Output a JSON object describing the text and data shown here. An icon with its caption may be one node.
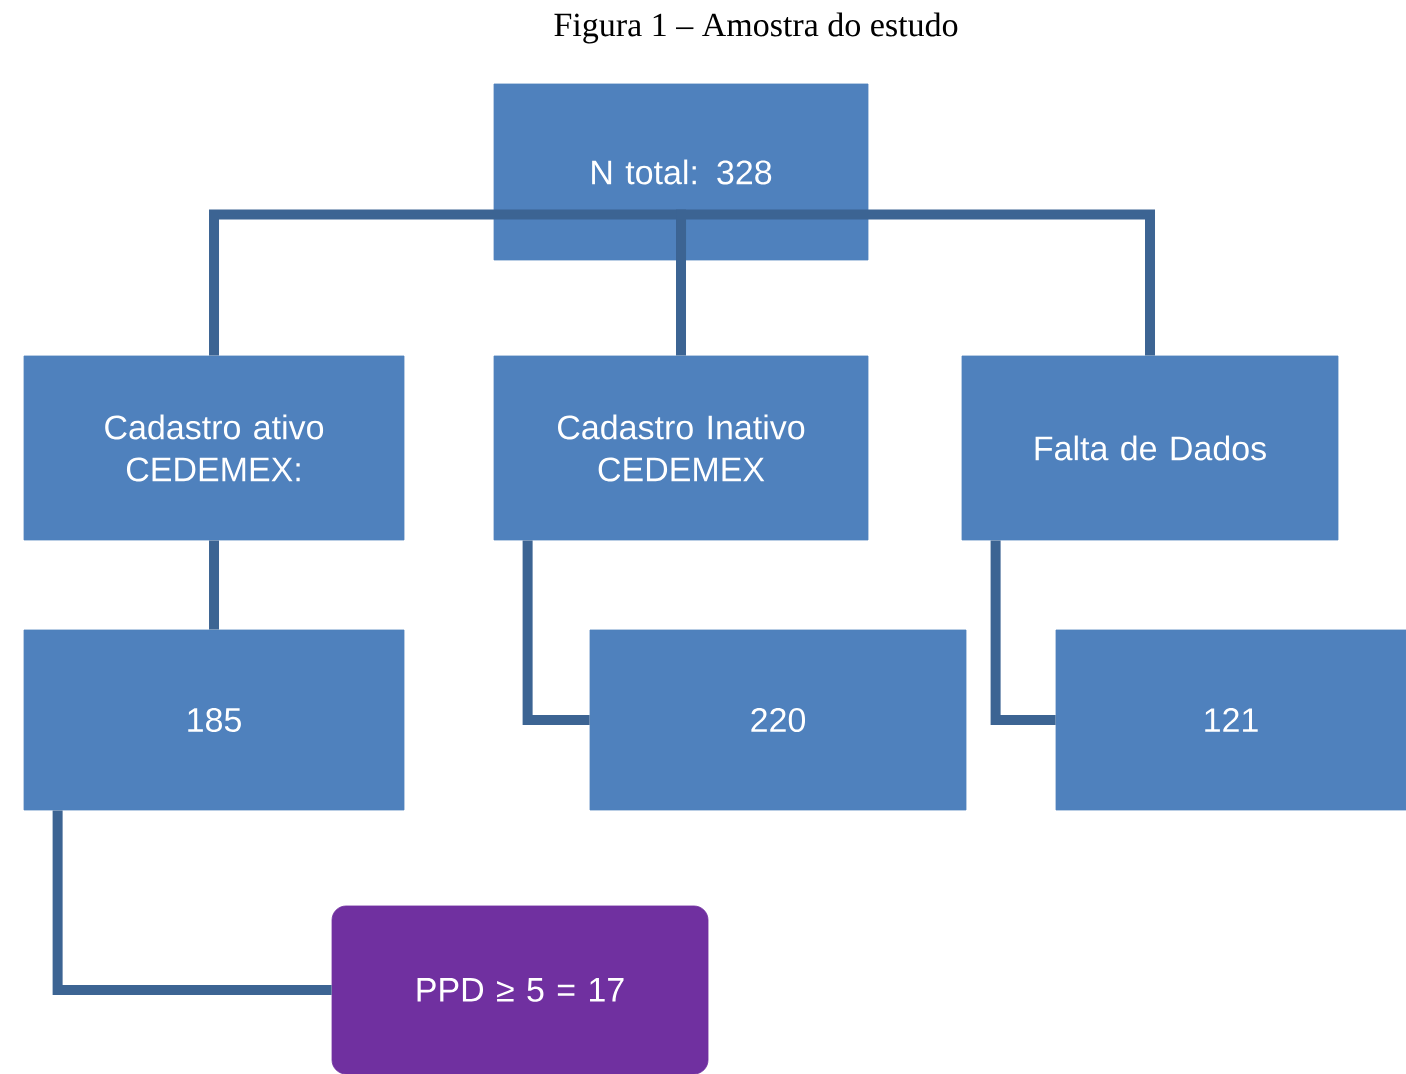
{
  "diagram": {
    "title": "Figura 1 – Amostra do estudo",
    "nodes": [
      {
        "text": [
          "N total: 328"
        ]
      },
      {
        "text": [
          "Cadastro ativo CEDEMEX:"
        ]
      },
      {
        "text": [
          "Cadastro Inativo CEDEMEX"
        ]
      },
      {
        "text": [
          "Falta de Dados"
        ]
      },
      {
        "text": [
          "185"
        ]
      },
      {
        "text": [
          "220"
        ]
      },
      {
        "text": [
          "121"
        ]
      },
      {
        "text": [
          "PPD ≥ 5 = 17"
        ]
      }
    ],
    "edges": [
      {
        "from": 0,
        "to": 1,
        "arrow": "none"
      },
      {
        "from": 0,
        "to": 2,
        "arrow": "none"
      },
      {
        "from": 0,
        "to": 3,
        "arrow": "none"
      },
      {
        "from": 1,
        "to": 4,
        "arrow": "none"
      },
      {
        "from": 2,
        "to": 5,
        "arrow": "none"
      },
      {
        "from": 3,
        "to": 6,
        "arrow": "none"
      },
      {
        "from": 4,
        "to": 7,
        "arrow": "none"
      }
    ]
  }
}
